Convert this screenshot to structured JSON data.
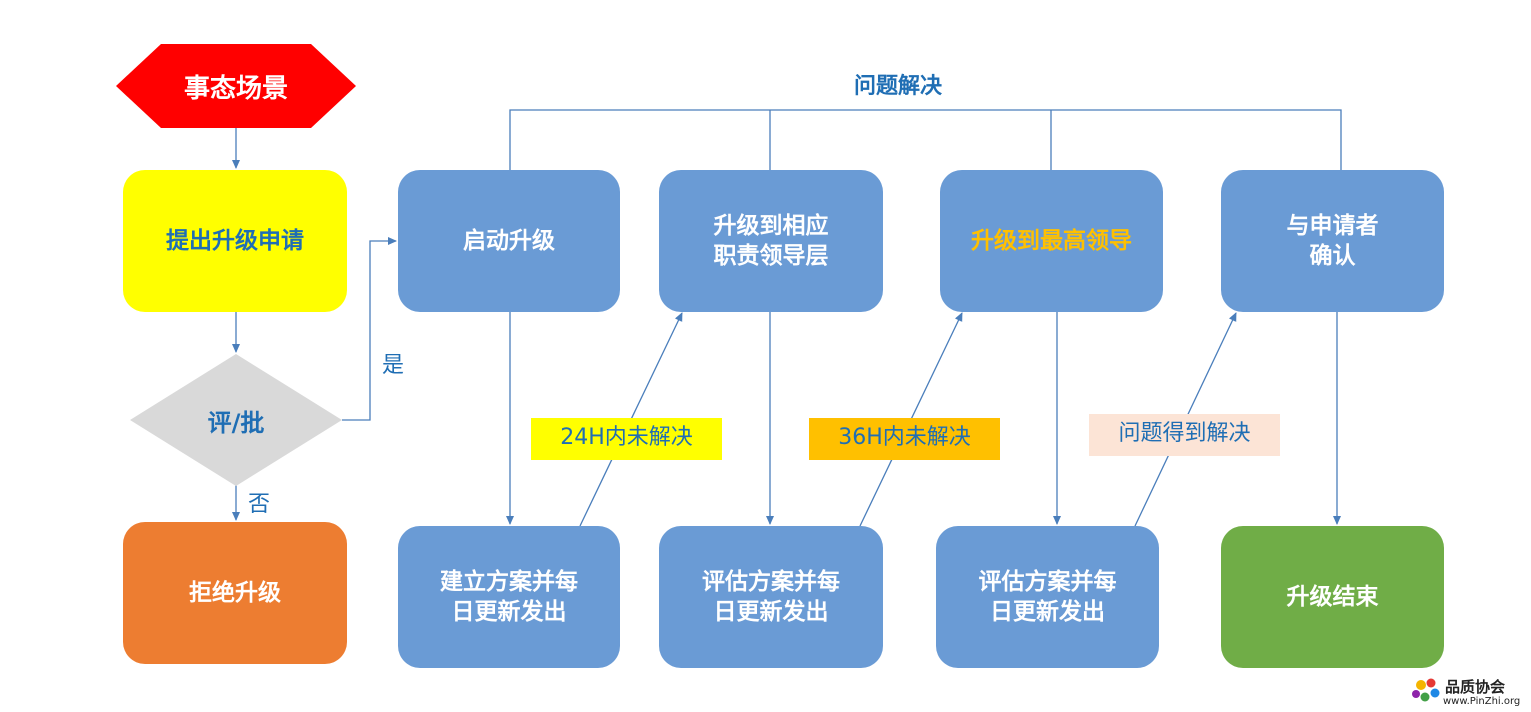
{
  "nodes": {
    "scenario": "事态场景",
    "submit_request": "提出升级申请",
    "review": "评/批",
    "reject": "拒绝升级",
    "start_escalation": "启动升级",
    "escalate_responsible": "升级到相应\n职责领导层",
    "escalate_top": "升级到最高领导",
    "confirm_requester": "与申请者\n确认",
    "plan_daily_1": "建立方案并每\n日更新发出",
    "plan_daily_2": "评估方案并每\n日更新发出",
    "plan_daily_3": "评估方案并每\n日更新发出",
    "end_escalation": "升级结束"
  },
  "labels": {
    "problem_solved_top": "问题解决",
    "yes": "是",
    "no": "否",
    "unsolved_24h": "24H内未解决",
    "unsolved_36h": "36H内未解决",
    "problem_resolved": "问题得到解决"
  },
  "logo": {
    "name": "品质协会",
    "url": "www.PinZhi.org"
  },
  "colors": {
    "scenario_fill": "#ff0000",
    "request_fill": "#ffff00",
    "request_text": "#1f6eb4",
    "review_fill": "#d9d9d9",
    "review_text": "#1f6eb4",
    "reject_fill": "#ed7d31",
    "process_fill": "#6a9bd5",
    "end_fill": "#70ad47",
    "highlight_text": "#ffc000",
    "connector": "#4a7ebb",
    "label_24h_fill": "#ffff00",
    "label_36h_fill": "#ffc000",
    "label_resolved_fill": "#fce4d6"
  }
}
